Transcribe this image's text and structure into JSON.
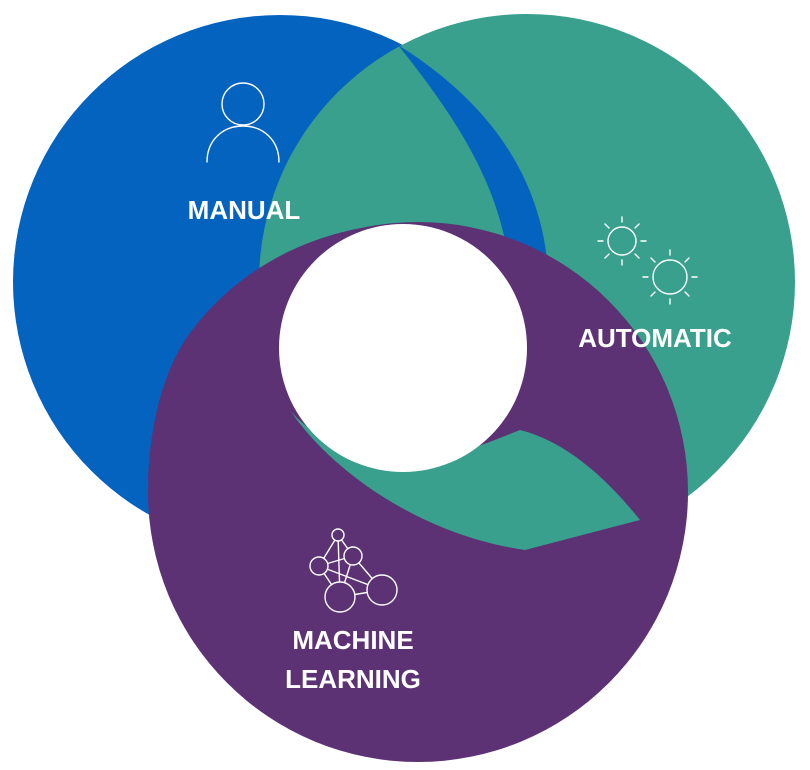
{
  "segments": {
    "manual": {
      "label": "MANUAL",
      "icon": "person-icon",
      "color": "#0363BE"
    },
    "automatic": {
      "label": "AUTOMATIC",
      "icon": "gears-icon",
      "color": "#38A08C"
    },
    "machine_learning": {
      "label_line1": "MACHINE",
      "label_line2": "LEARNING",
      "icon": "neural-network-icon",
      "color": "#5C3275"
    }
  },
  "center_hole_color": "#FFFFFF"
}
